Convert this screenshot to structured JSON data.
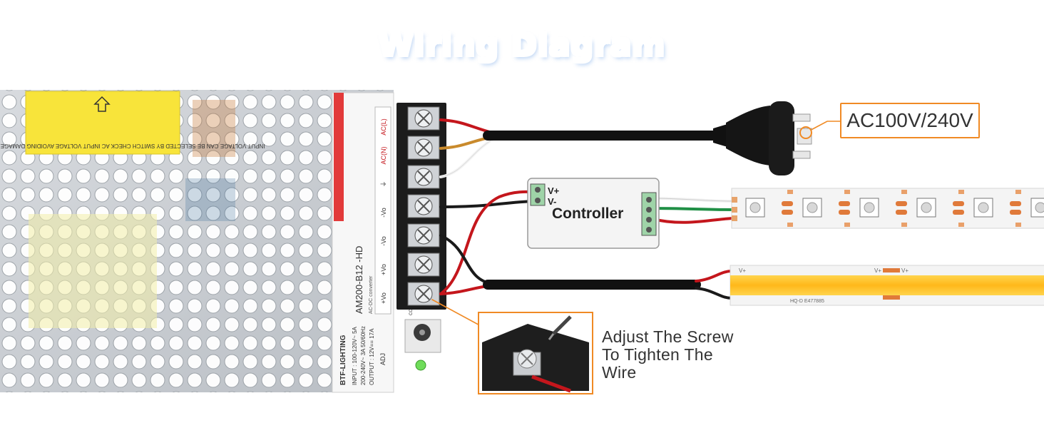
{
  "title": "Wiring Diagram",
  "ac_voltage_label": "AC100V/240V",
  "controller_label": "Controller",
  "controller_terminals": {
    "positive": "V+",
    "negative": "V-"
  },
  "psu": {
    "model": "AM200-B12 -HD",
    "type": "AC-DC converter",
    "brand": "BTF-LIGHTING",
    "input_line1": "INPUT : 100-120V~ 5A",
    "input_line2": "200-240V~ 3A 50/60Hz",
    "output": "OUTPUT : 12V== 17A",
    "terminals": [
      "AC(L)",
      "AC(N)",
      "⏚",
      "-Vo",
      "-Vo",
      "+Vo",
      "+Vo"
    ],
    "adj_label": "ADJ",
    "con_label": "CON01",
    "warning_text": "INPUT VOLTAGE CAN BE SELECTED BY SWITCH CHECK AC INPUT VOLTAGE AVOIDING DAMAGE BEFORE POWER ON."
  },
  "strip_cob": {
    "polarity_label": "V+",
    "cert_text": "HQ-D E477885"
  },
  "adjust_text_lines": [
    "Adjust The Screw",
    "To Tighten The",
    "Wire"
  ],
  "colors": {
    "accent": "#f08a24",
    "wire_red": "#c4161c",
    "wire_black": "#1a1a1a",
    "wire_green": "#1f8f45",
    "cob_yellow": "#ffbf1f",
    "title_cyan": "#36c6ef"
  }
}
